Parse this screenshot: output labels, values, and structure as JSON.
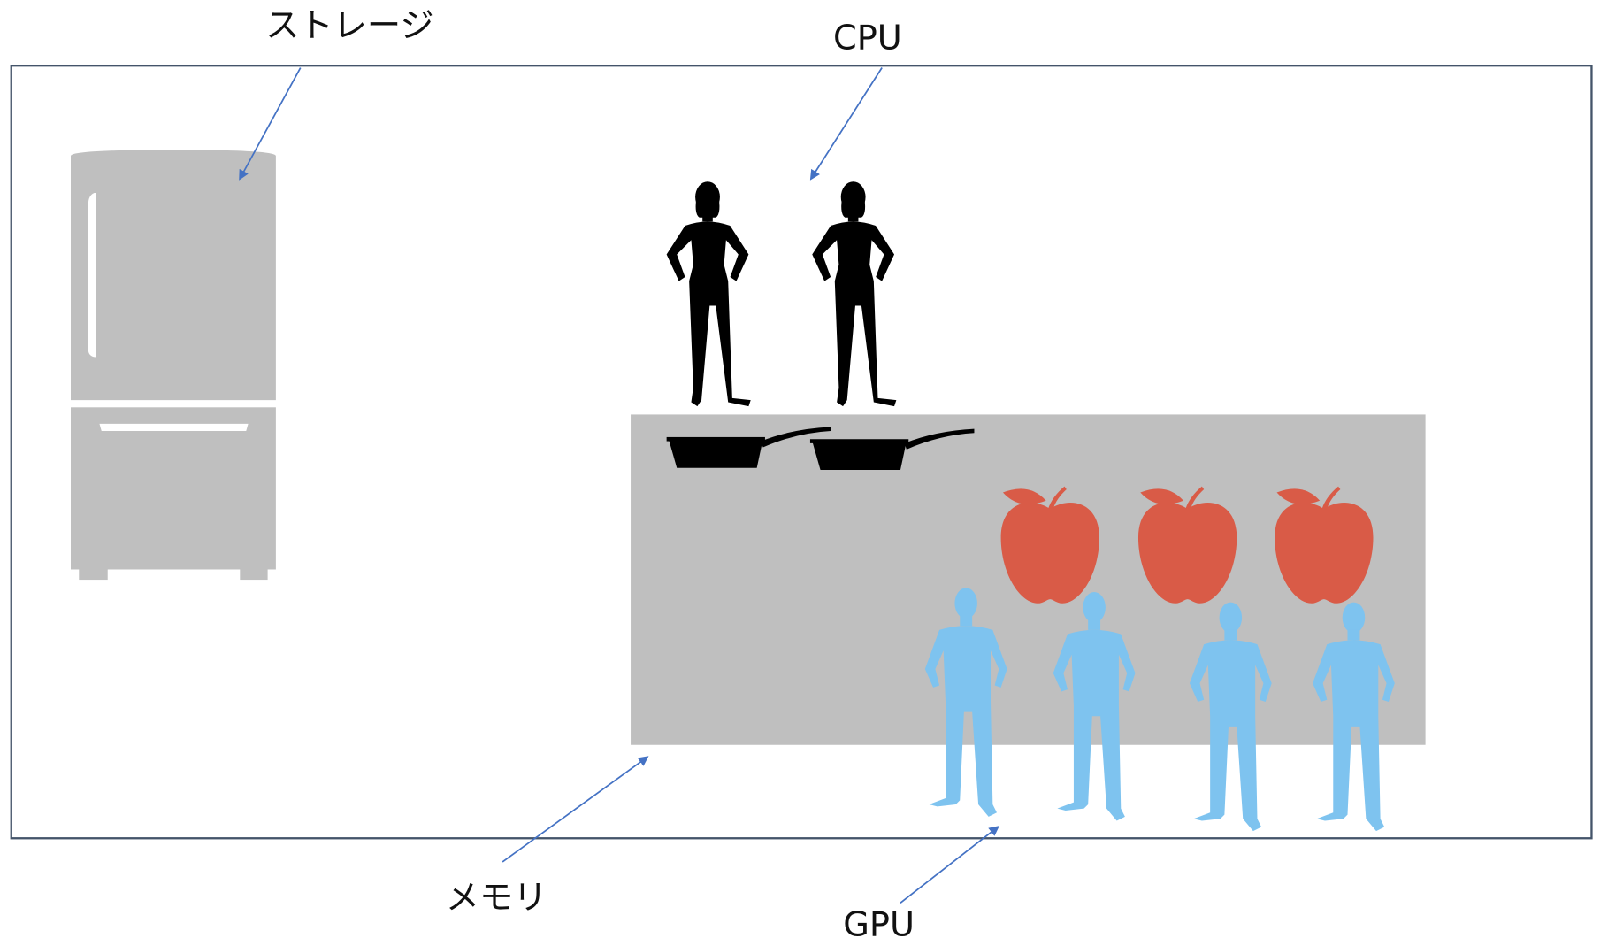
{
  "labels": {
    "storage": "ストレージ",
    "cpu": "CPU",
    "memory": "メモリ",
    "gpu": "GPU"
  },
  "icons": {
    "storage": "refrigerator-icon",
    "cpu": "woman-chef-icon",
    "cpu_tools": "frying-pan-icon",
    "memory": "kitchen-counter",
    "gpu": "man-worker-icon",
    "ingredients": "apple-icon"
  },
  "colors": {
    "frame": "#44546a",
    "arrow": "#4472c4",
    "appliance": "#bfbfbf",
    "cpu_person": "#000000",
    "gpu_person": "#7ec3ef",
    "apple": "#d95b47"
  }
}
